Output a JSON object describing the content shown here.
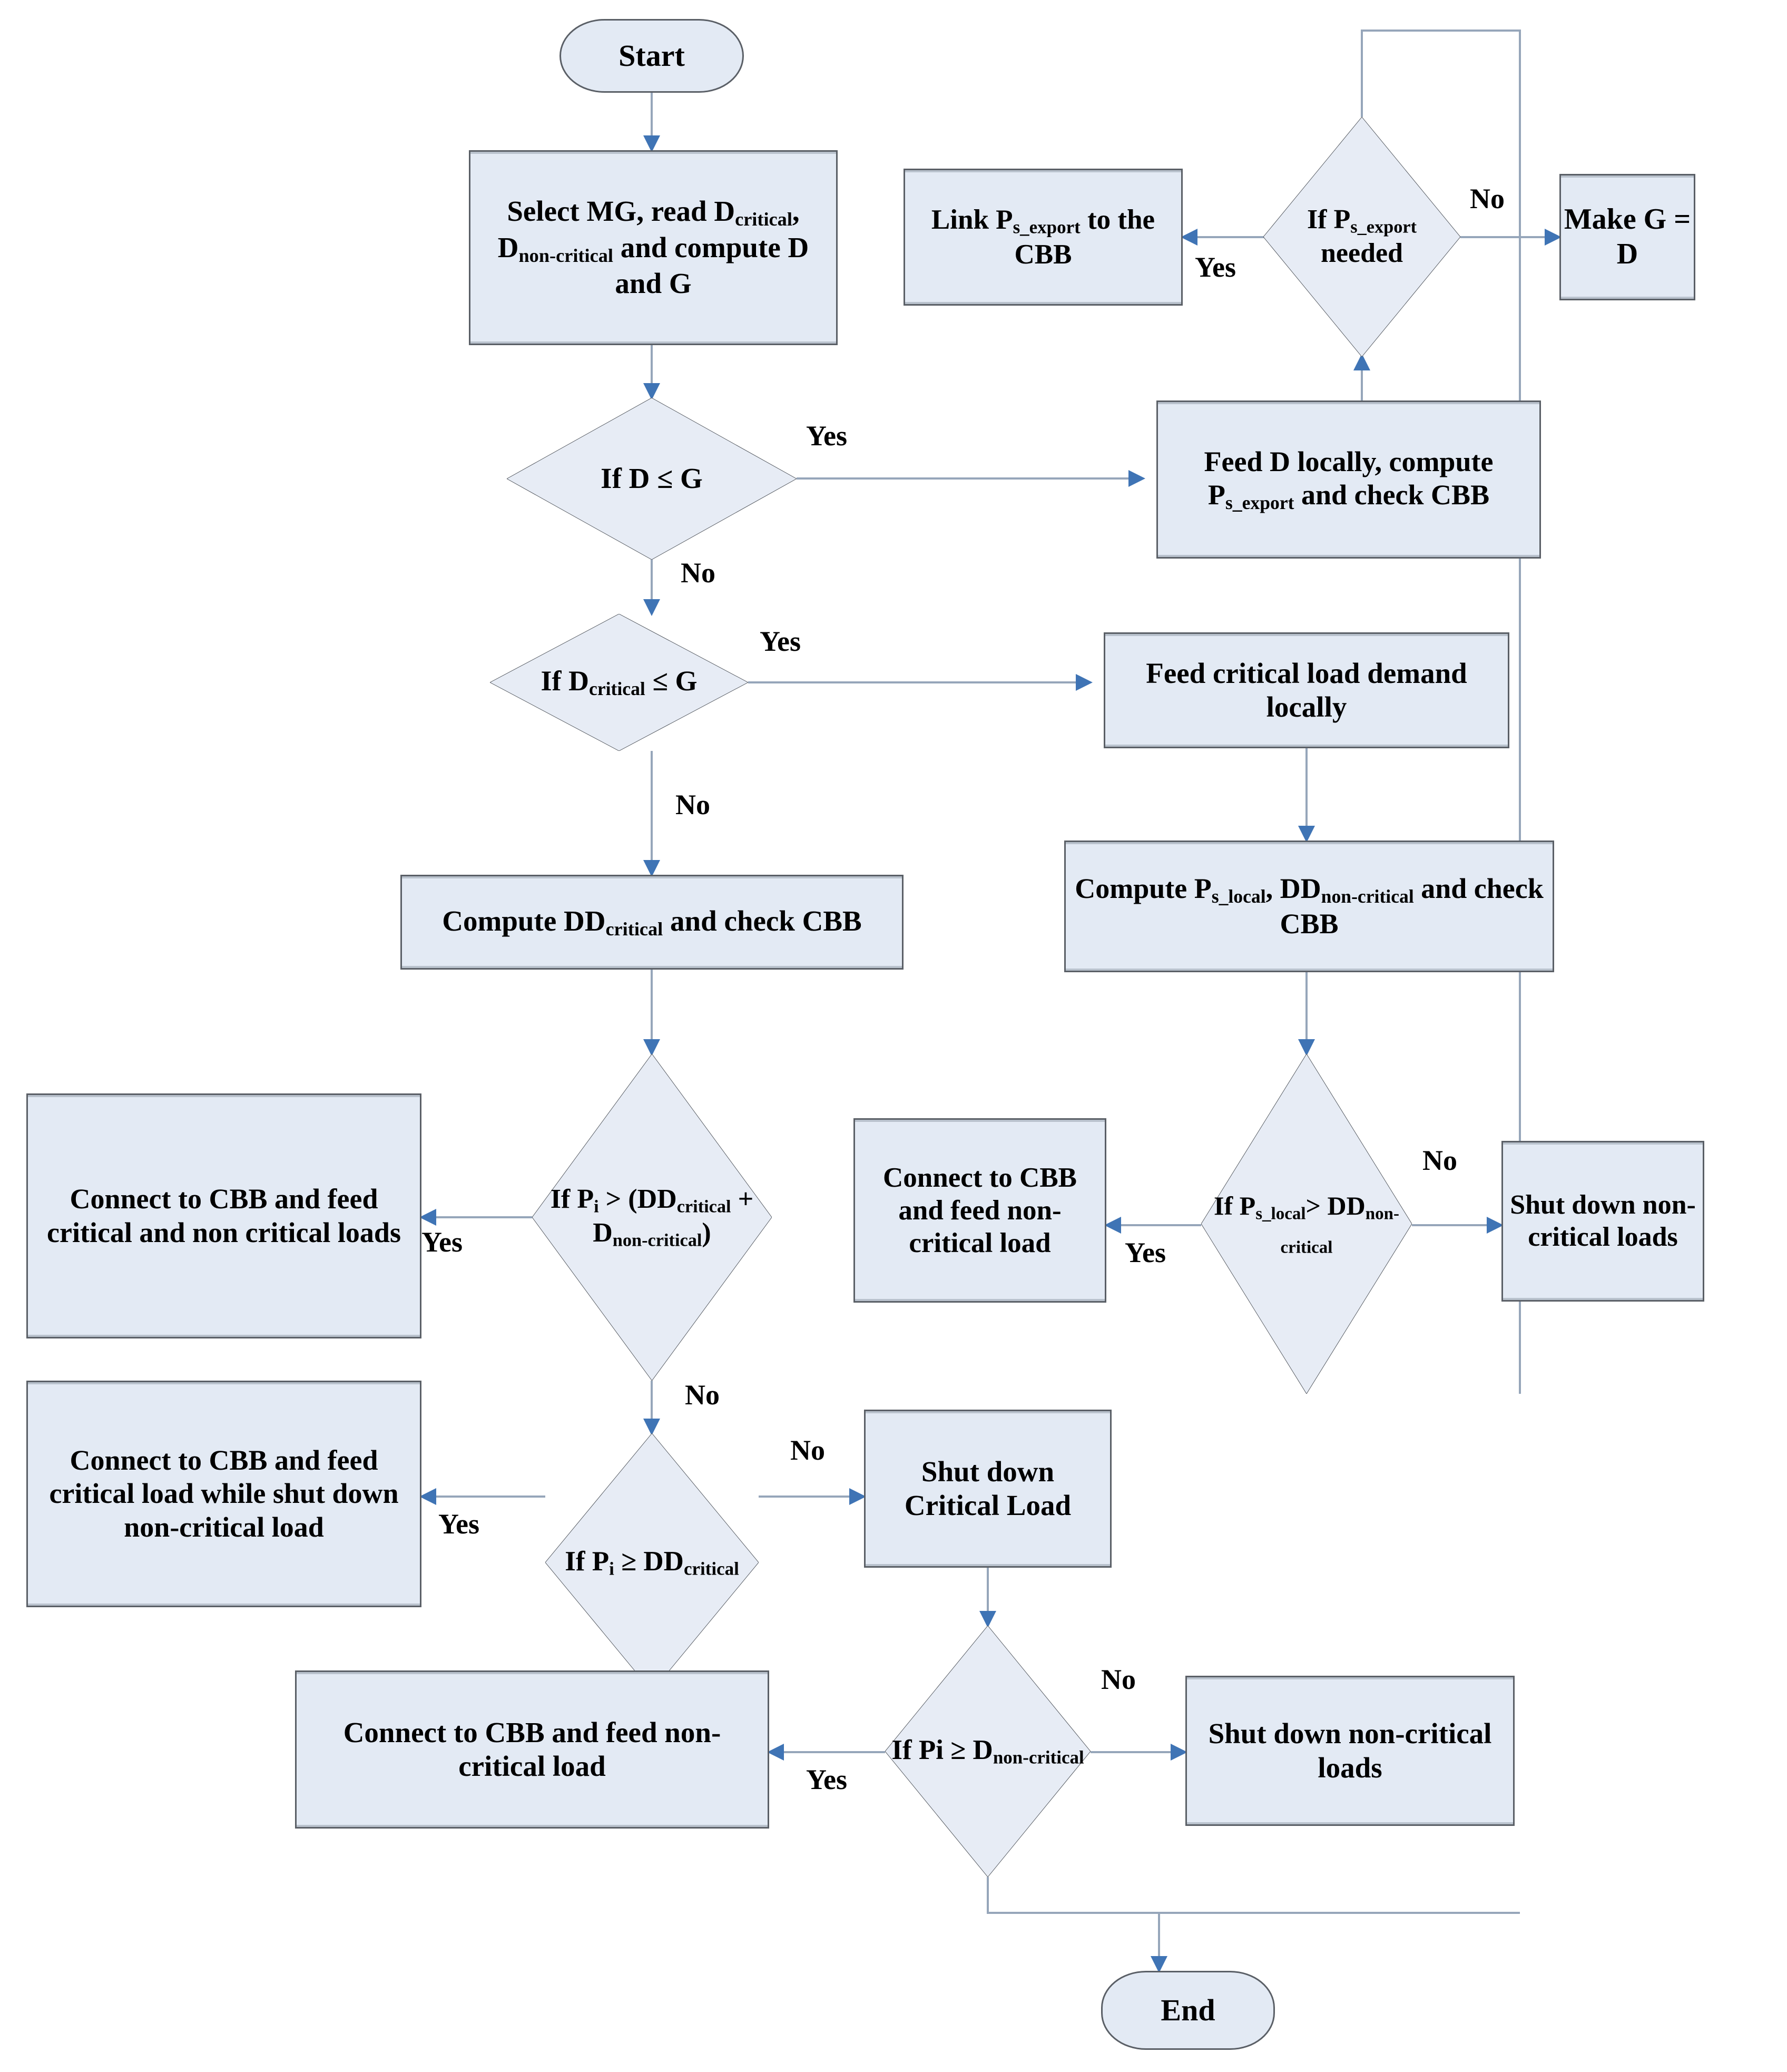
{
  "diagram": {
    "title": "Microgrid load dispatch and CBB connection flowchart",
    "colors": {
      "node_fill": "#e3eaf4",
      "node_border": "#5a5f66",
      "connector": "#8a9bb0",
      "arrowhead": "#3f74b5",
      "text": "#000000",
      "background": "#ffffff"
    }
  },
  "nodes": {
    "start": {
      "type": "terminator",
      "label": "Start"
    },
    "select_mg": {
      "type": "process",
      "label": "Select MG, read D<sub>critical</sub>, D<sub>non-critical</sub> and compute D and G"
    },
    "if_d_le_g": {
      "type": "decision",
      "label": "If D ≤ G"
    },
    "feed_d_locally": {
      "type": "process",
      "label": "Feed D locally, compute  P<sub>s_export</sub> and check CBB"
    },
    "if_ps_export_needed": {
      "type": "decision",
      "label": "If P<sub>s_export</sub> needed"
    },
    "link_ps_export": {
      "type": "process",
      "label": "Link P<sub>s_export</sub> to the CBB"
    },
    "make_g_eq_d": {
      "type": "process",
      "label": "Make G = D"
    },
    "if_dcritical_le_g": {
      "type": "decision",
      "label": "If D<sub>critical</sub> ≤ G"
    },
    "feed_critical_local": {
      "type": "process",
      "label": "Feed critical load demand locally"
    },
    "compute_ps_local": {
      "type": "process",
      "label": "Compute P<sub>s_local</sub>, DD<sub>non-critical</sub> and check CBB"
    },
    "compute_dd_critical": {
      "type": "process",
      "label": "Compute DD<sub>critical</sub> and check CBB"
    },
    "if_pi_gt_sum": {
      "type": "decision",
      "label": "If P<sub>i</sub> > (DD<sub>critical</sub> + D<sub>non-critical</sub>)"
    },
    "connect_feed_both": {
      "type": "process",
      "label": "Connect to CBB and feed critical and non critical loads"
    },
    "if_pslocal_gt_ddnon": {
      "type": "decision",
      "label": "If P<sub>s_local</sub>> DD<sub>non-critical</sub>"
    },
    "connect_feed_noncritical_mid": {
      "type": "process",
      "label": "Connect to CBB and feed non-critical load"
    },
    "shutdown_noncritical_right": {
      "type": "process",
      "label": "Shut down non-critical loads"
    },
    "if_pi_ge_ddcritical": {
      "type": "decision",
      "label": "If P<sub>i</sub> ≥ DD<sub>critical</sub>"
    },
    "connect_feed_critical_shut_non": {
      "type": "process",
      "label": "Connect to CBB and feed critical load while shut down non-critical load"
    },
    "shutdown_critical": {
      "type": "process",
      "label": "Shut down Critical Load"
    },
    "if_pi_ge_dnon": {
      "type": "decision",
      "label": "If Pi ≥ D<sub>non-critical</sub>"
    },
    "connect_feed_noncritical_bottom": {
      "type": "process",
      "label": "Connect to CBB and feed non-critical load"
    },
    "shutdown_noncritical_bottom": {
      "type": "process",
      "label": "Shut down non-critical loads"
    },
    "end": {
      "type": "terminator",
      "label": "End"
    }
  },
  "edge_labels": {
    "d_le_g_yes": "Yes",
    "d_le_g_no": "No",
    "ps_export_yes": "Yes",
    "ps_export_no": "No",
    "dcritical_yes": "Yes",
    "dcritical_no": "No",
    "pi_gt_sum_yes": "Yes",
    "pi_gt_sum_no": "No",
    "pslocal_yes": "Yes",
    "pslocal_no": "No",
    "pi_ge_ddcritical_yes": "Yes",
    "pi_ge_ddcritical_no": "No",
    "pi_ge_dnon_yes": "Yes",
    "pi_ge_dnon_no": "No"
  }
}
